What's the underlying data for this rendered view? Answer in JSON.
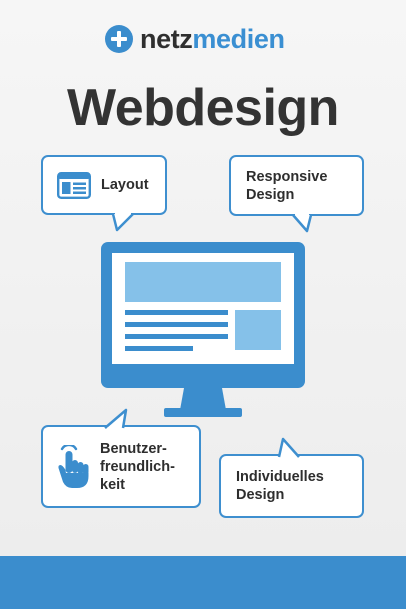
{
  "brand": {
    "logo_part_1": "netz",
    "logo_part_2": "medien",
    "logo_icon": "plus-circle-icon",
    "accent_color": "#3b8dcd",
    "light_accent_color": "#85c1e9",
    "text_color": "#333333"
  },
  "title": "Webdesign",
  "bubbles": {
    "layout": {
      "label": "Layout",
      "icon": "layout-icon"
    },
    "responsive": {
      "line_1": "Responsive",
      "line_2": "Design"
    },
    "benutzer": {
      "line_1": "Benutzer-",
      "line_2": "freundlich-",
      "line_3": "keit",
      "icon": "touch-hand-icon"
    },
    "individuell": {
      "line_1": "Individuelles",
      "line_2": "Design"
    }
  },
  "illustration": {
    "icon": "monitor-icon"
  }
}
